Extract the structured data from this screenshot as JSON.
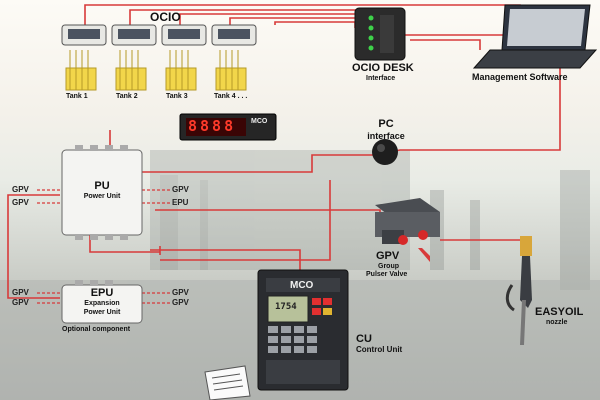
{
  "top": {
    "ocio_label": "OCIO",
    "tanks": [
      "Tank 1",
      "Tank 2",
      "Tank 3",
      "Tank 4 . . ."
    ]
  },
  "ocio_desk": {
    "title": "OCIO DESK",
    "subtitle": "Interface"
  },
  "management": {
    "label": "Management Software"
  },
  "pc_interface": {
    "line1": "PC",
    "line2": "interface"
  },
  "display": {
    "digits": "8888",
    "brand": "MCO"
  },
  "pu": {
    "title": "PU",
    "subtitle": "Power Unit",
    "left_ports": [
      "GPV",
      "GPV"
    ],
    "right_ports": [
      "GPV",
      "EPU"
    ]
  },
  "epu": {
    "title": "EPU",
    "subtitle_line1": "Expansion",
    "subtitle_line2": "Power Unit",
    "left_ports": [
      "GPV",
      "GPV"
    ],
    "right_ports": [
      "GPV",
      "GPV"
    ],
    "note": "Optional component"
  },
  "gpv": {
    "title": "GPV",
    "line1": "Group",
    "line2": "Pulser Valve"
  },
  "easyoil": {
    "title": "EASYOIL",
    "subtitle": "nozzle"
  },
  "cu": {
    "title": "CU",
    "subtitle": "Control Unit",
    "brand": "MCO",
    "screen": "1754"
  },
  "colors": {
    "line_red": "#d83a3a",
    "display_red": "#ff3a2a"
  }
}
